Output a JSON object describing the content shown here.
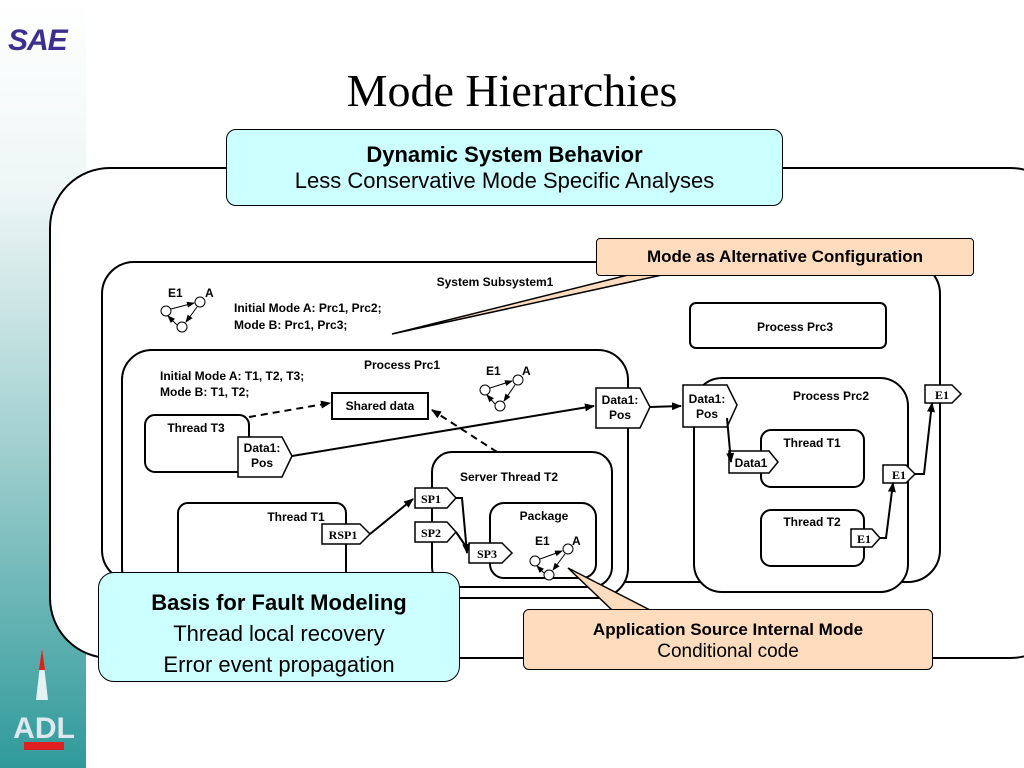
{
  "slide": {
    "title": "Mode Hierarchies"
  },
  "logos": {
    "top_left": "SAE",
    "bottom_left": "ADL"
  },
  "callouts": {
    "dynamic": {
      "heading": "Dynamic System Behavior",
      "text": "Less Conservative Mode Specific Analyses"
    },
    "alt_config": {
      "heading": "Mode as Alternative Configuration"
    },
    "fault": {
      "heading": "Basis for Fault Modeling",
      "line1": "Thread local recovery",
      "line2": "Error event propagation"
    },
    "app_source": {
      "heading": "Application Source Internal Mode",
      "text": "Conditional code"
    }
  },
  "diagram": {
    "system_subsystem": "System Subsystem1",
    "system_modes": {
      "line1": "Initial Mode A:  Prc1, Prc2;",
      "line2": "Mode B: Prc1, Prc3;"
    },
    "mode_e1": "E1",
    "mode_a": "A",
    "process_prc1": "Process Prc1",
    "prc1_modes": {
      "line1": "Initial Mode A:  T1, T2, T3;",
      "line2": "Mode B: T1, T2;"
    },
    "shared_data": "Shared data",
    "thread_t3": "Thread T3",
    "data1_pos_line1": "Data1:",
    "data1_pos_line2": "Pos",
    "server_thread_t2": "Server Thread T2",
    "thread_t1": "Thread T1",
    "package": "Package",
    "sp1": "SP1",
    "sp2": "SP2",
    "sp3": "SP3",
    "rsp1": "RSP1",
    "process_prc3": "Process Prc3",
    "process_prc2": "Process Prc2",
    "prc2_thread_t1": "Thread T1",
    "prc2_thread_t2": "Thread T2",
    "data1": "Data1",
    "e1_port": "E1"
  }
}
